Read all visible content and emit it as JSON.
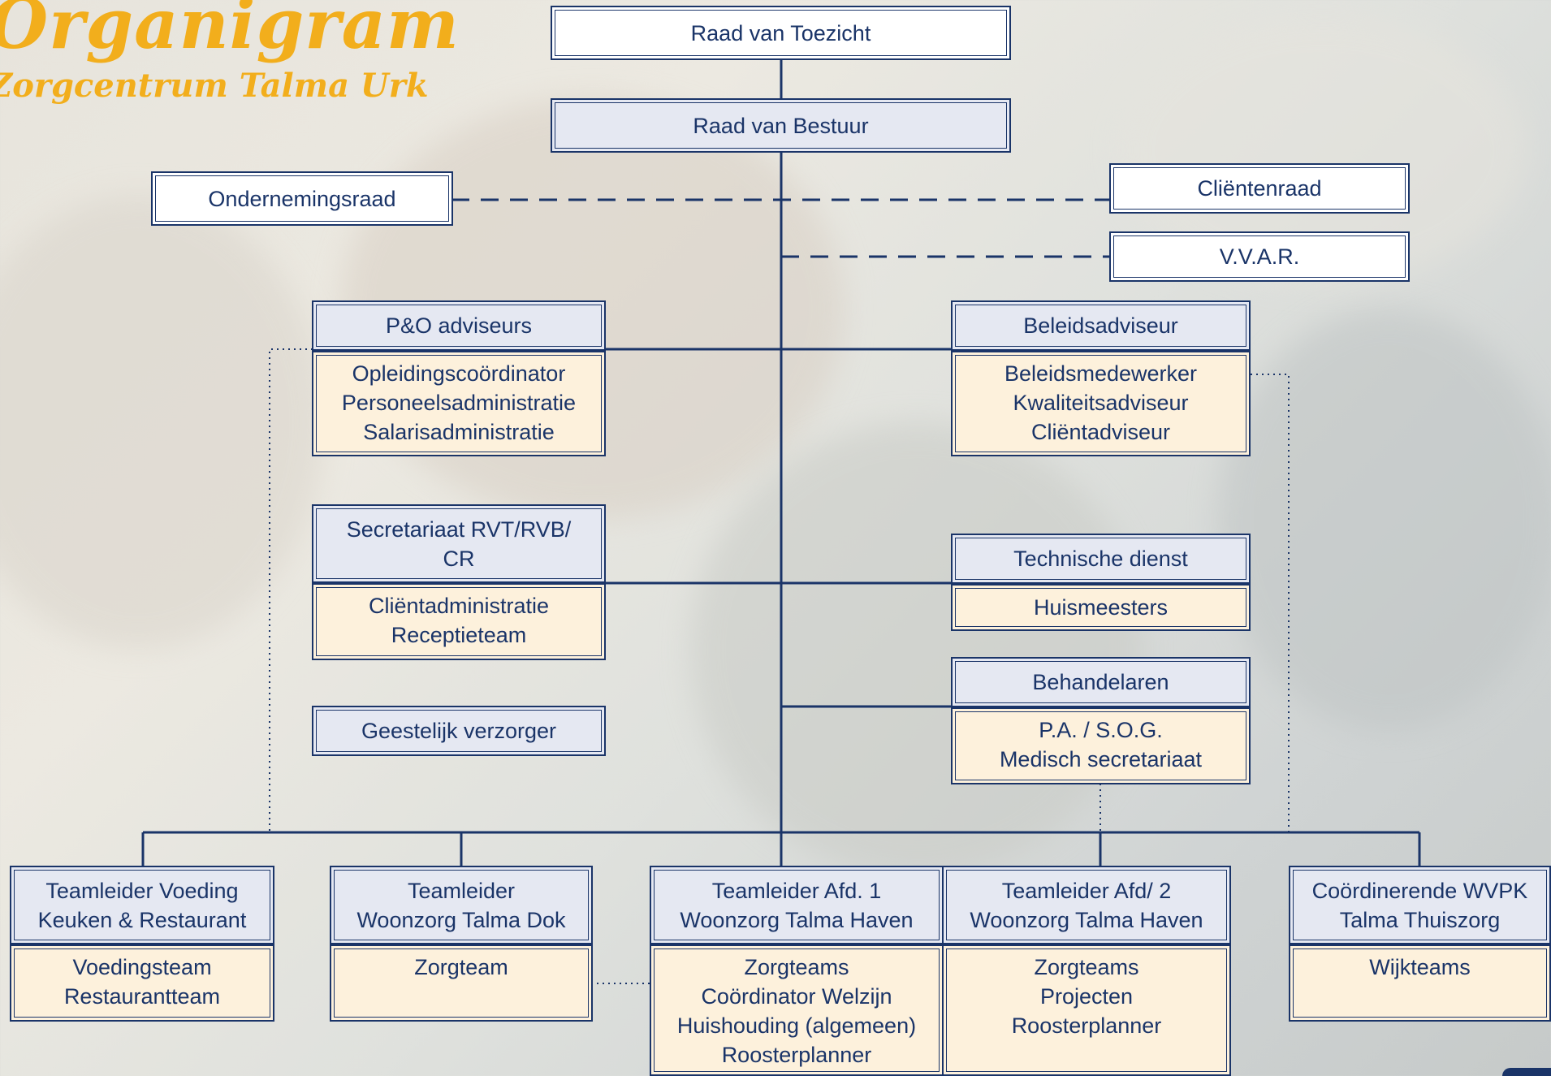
{
  "header": {
    "title": "Organigram",
    "subtitle": "Zorgcentrum Talma Urk"
  },
  "colors": {
    "title": "#f2ae1c",
    "navy": "#1a3468",
    "head_fill": "#e5e8f2",
    "sub_fill": "#fdf1dc"
  },
  "nodes": {
    "rvt": "Raad van Toezicht",
    "rvb": "Raad van Bestuur",
    "or": "Ondernemingsraad",
    "clientenraad": "Cliëntenraad",
    "vvar": "V.V.A.R.",
    "po_head": "P&O adviseurs",
    "po_sub": [
      "Opleidingscoördinator",
      "Personeelsadministratie",
      "Salarisadministratie"
    ],
    "beleid_head": "Beleidsadviseur",
    "beleid_sub": [
      "Beleidsmedewerker",
      "Kwaliteitsadviseur",
      "Cliëntadviseur"
    ],
    "secr_head": [
      "Secretariaat RVT/RVB/",
      "CR"
    ],
    "secr_sub": [
      "Cliëntadministratie",
      "Receptieteam"
    ],
    "techn_head": "Technische dienst",
    "techn_sub": "Huismeesters",
    "geestelijk": "Geestelijk verzorger",
    "behand_head": "Behandelaren",
    "behand_sub": [
      "P.A. / S.O.G.",
      "Medisch secretariaat"
    ],
    "voeding_head": [
      "Teamleider Voeding",
      "Keuken & Restaurant"
    ],
    "voeding_sub": [
      "Voedingsteam",
      "Restaurantteam"
    ],
    "dok_head": [
      "Teamleider",
      "Woonzorg Talma Dok"
    ],
    "dok_sub": [
      "Zorgteam"
    ],
    "afd1_head": [
      "Teamleider Afd. 1",
      "Woonzorg Talma Haven"
    ],
    "afd1_sub": [
      "Zorgteams",
      "Coördinator Welzijn",
      "Huishouding (algemeen)",
      "Roosterplanner"
    ],
    "afd2_head": [
      "Teamleider Afd/ 2",
      "Woonzorg Talma Haven"
    ],
    "afd2_sub": [
      "Zorgteams",
      "Projecten",
      "Roosterplanner"
    ],
    "wvpk_head": [
      "Coördinerende WVPK",
      "Talma Thuiszorg"
    ],
    "wvpk_sub": [
      "Wijkteams"
    ]
  }
}
